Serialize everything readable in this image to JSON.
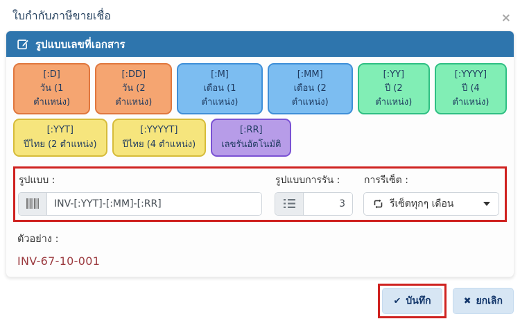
{
  "modal": {
    "title": "ใบกำกับภาษีขายเชื่อ"
  },
  "panel": {
    "header": "รูปแบบเลขที่เอกสาร"
  },
  "tokens": [
    {
      "code": "[:D]",
      "label": "วัน (1 ตำแหน่ง)"
    },
    {
      "code": "[:DD]",
      "label": "วัน (2 ตำแหน่ง)"
    },
    {
      "code": "[:M]",
      "label": "เดือน (1 ตำแหน่ง)"
    },
    {
      "code": "[:MM]",
      "label": "เดือน (2 ตำแหน่ง)"
    },
    {
      "code": "[:YY]",
      "label": "ปี (2 ตำแหน่ง)"
    },
    {
      "code": "[:YYYY]",
      "label": "ปี (4 ตำแหน่ง)"
    },
    {
      "code": "[:YYT]",
      "label": "ปีไทย (2 ตำแหน่ง)"
    },
    {
      "code": "[:YYYYT]",
      "label": "ปีไทย (4 ตำแหน่ง)"
    },
    {
      "code": "[:RR]",
      "label": "เลขรันอัตโนมัติ"
    }
  ],
  "fields": {
    "format": {
      "label": "รูปแบบ :",
      "value": "INV-[:YYT]-[:MM]-[:RR]"
    },
    "run_format": {
      "label": "รูปแบบการรัน :",
      "value": "3"
    },
    "reset": {
      "label": "การรีเซ็ต :",
      "selected": "รีเซ็ตทุกๆ เดือน"
    }
  },
  "example": {
    "label": "ตัวอย่าง :",
    "value": "INV-67-10-001"
  },
  "footer": {
    "save_label": "บันทึก",
    "cancel_label": "ยกเลิก"
  },
  "icons": {
    "close": "×",
    "save_check": "✔",
    "cancel_x": "✖"
  },
  "colors": {
    "header_blue": "#2e75ad",
    "highlight_red": "#cf2220",
    "example_red": "#9b3a3f",
    "token_orange": "#f5a571",
    "token_blue": "#7cbdf1",
    "token_green": "#81eeb5",
    "token_yellow": "#f6e57d",
    "token_purple": "#b79ce8",
    "button_bg": "#d7e6f4",
    "button_text": "#14376b"
  }
}
